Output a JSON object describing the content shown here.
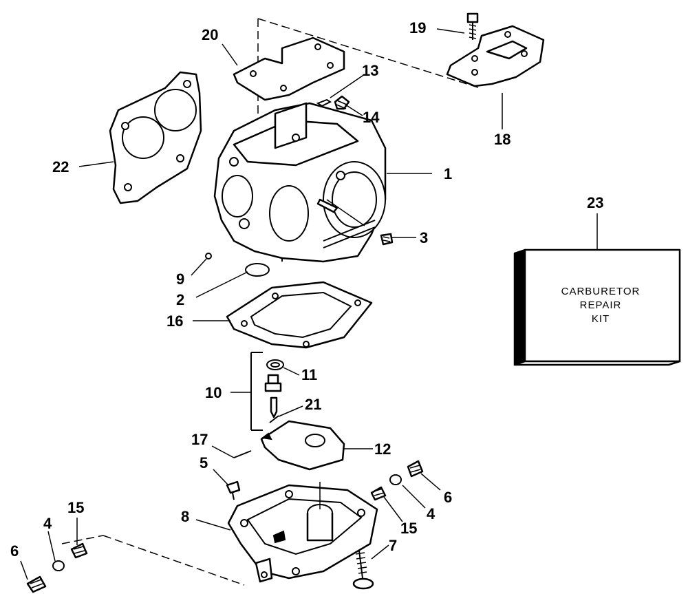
{
  "callouts": {
    "c1": "1",
    "c2": "2",
    "c3": "3",
    "c4a": "4",
    "c4b": "4",
    "c5": "5",
    "c6a": "6",
    "c6b": "6",
    "c7": "7",
    "c8": "8",
    "c9": "9",
    "c10": "10",
    "c11": "11",
    "c12": "12",
    "c13": "13",
    "c14": "14",
    "c15a": "15",
    "c15b": "15",
    "c16": "16",
    "c17": "17",
    "c18": "18",
    "c19": "19",
    "c20": "20",
    "c21": "21",
    "c22": "22",
    "c23": "23"
  },
  "kit_box": {
    "line1": "CARBURETOR",
    "line2": "REPAIR",
    "line3": "KIT"
  }
}
